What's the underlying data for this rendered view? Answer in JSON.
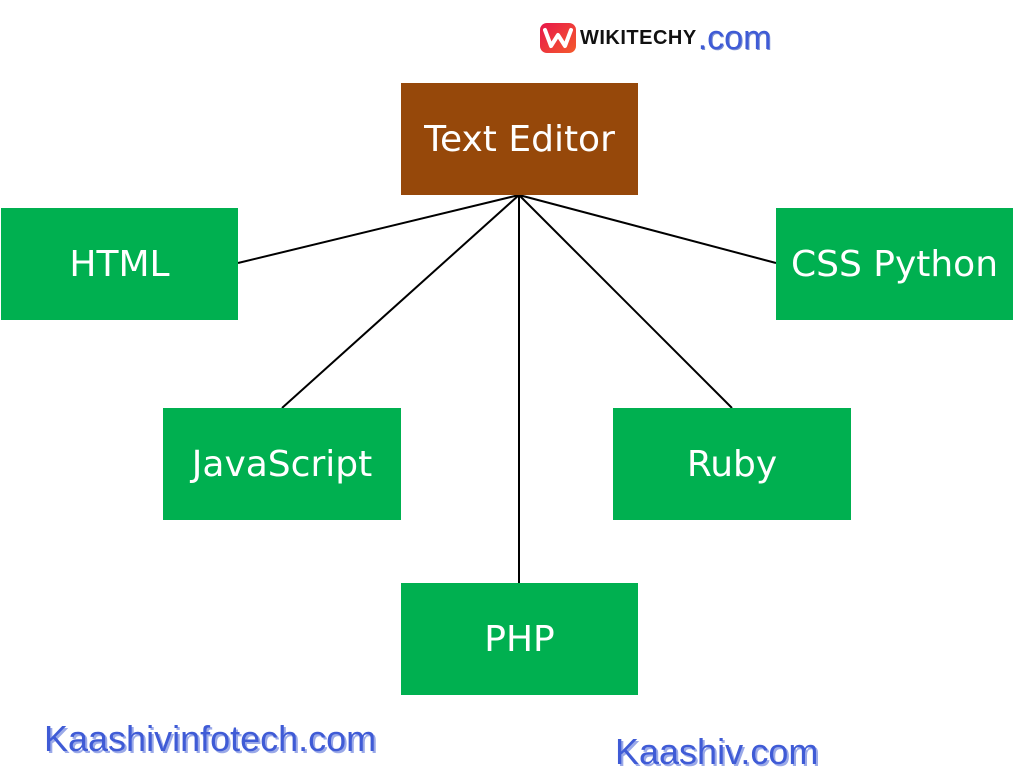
{
  "colors": {
    "root_fill": "#96480A",
    "child_fill": "#00B050",
    "node_text": "#FFFFFF",
    "edge": "#000000",
    "watermark": "#3F5BD6",
    "logo_gradient_start": "#E8174B",
    "logo_gradient_end": "#F45A2C"
  },
  "logo": {
    "mark": "W",
    "name": "WIKITECHY",
    "suffix": ".com"
  },
  "diagram": {
    "root": "Text Editor",
    "children": [
      {
        "id": "html",
        "label": "HTML"
      },
      {
        "id": "css",
        "label": "CSS Python"
      },
      {
        "id": "js",
        "label": "JavaScript"
      },
      {
        "id": "ruby",
        "label": "Ruby"
      },
      {
        "id": "php",
        "label": "PHP"
      }
    ]
  },
  "watermarks": {
    "left": "Kaashivinfotech.com",
    "right": "Kaashiv.com"
  }
}
